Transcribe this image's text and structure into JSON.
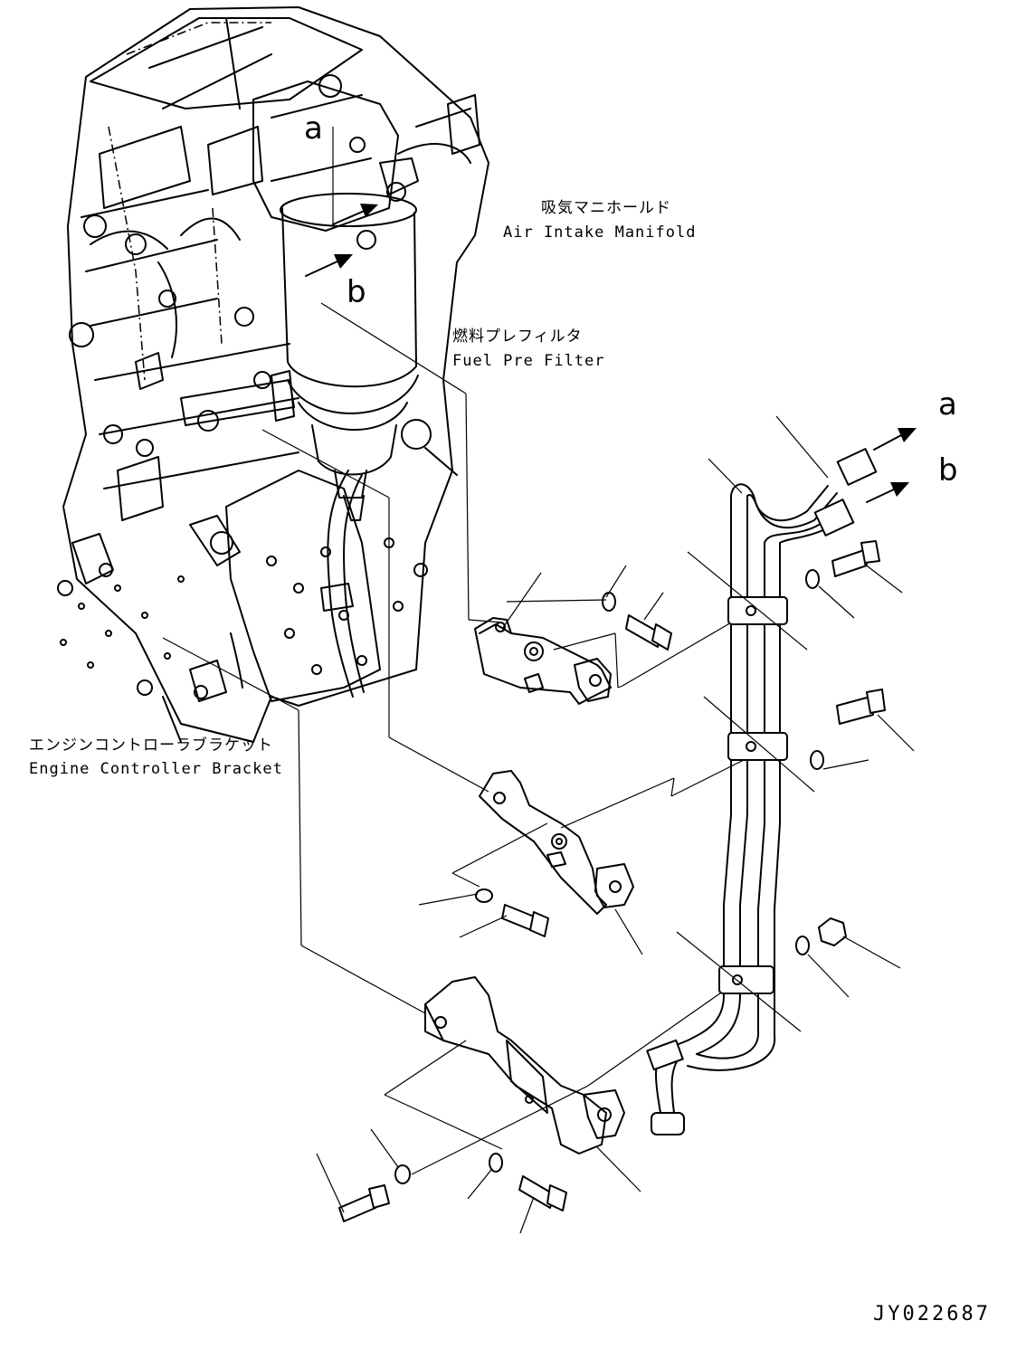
{
  "title": "",
  "labels": {
    "manifold_jp": "吸気マニホールド",
    "manifold_en": "Air Intake Manifold",
    "prefilter_jp": "燃料プレフィルタ",
    "prefilter_en": "Fuel Pre Filter",
    "bracket_jp": "エンジンコントローラブラケット",
    "bracket_en": "Engine Controller Bracket"
  },
  "markers": {
    "a_engine": "a",
    "b_engine": "b",
    "a_pipe": "a",
    "b_pipe": "b"
  },
  "drawing_code": "JY022687",
  "colors": {
    "line": "#000000",
    "background": "#ffffff"
  }
}
